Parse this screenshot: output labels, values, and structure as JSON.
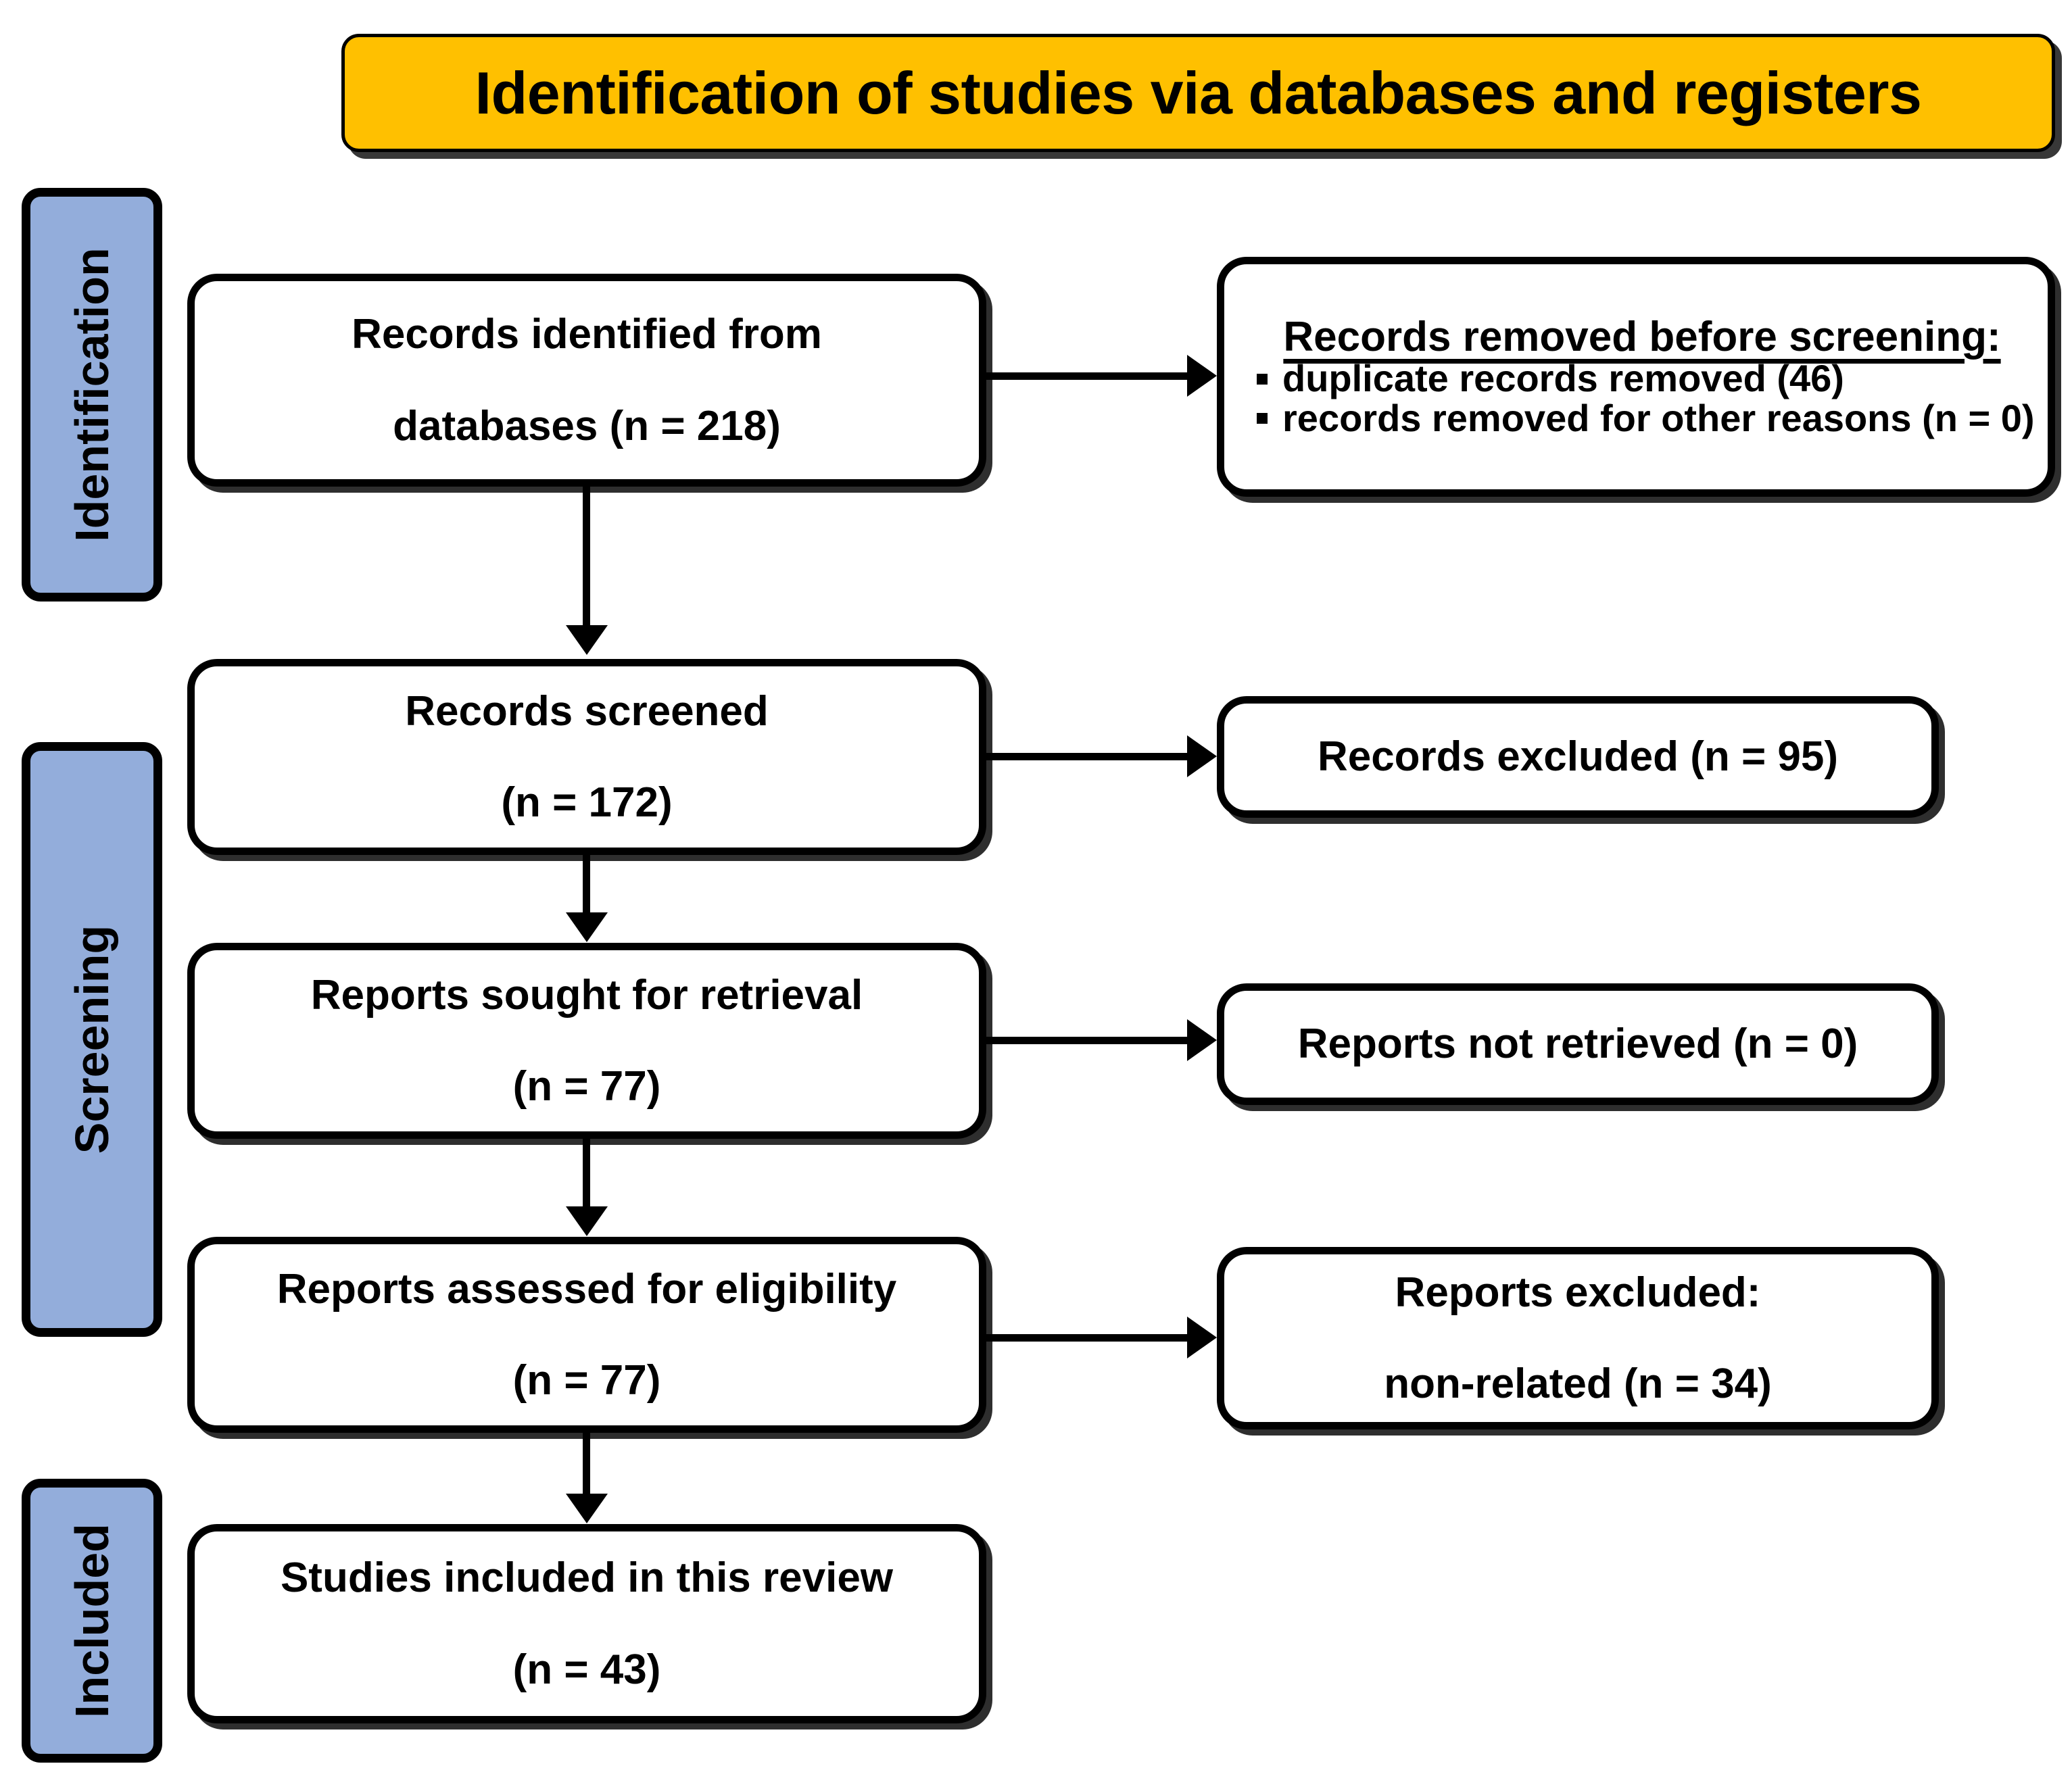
{
  "diagram": {
    "title": "Identification of studies via databases and registers",
    "stages": [
      {
        "id": "identification",
        "label": "Identification"
      },
      {
        "id": "screening",
        "label": "Screening"
      },
      {
        "id": "included",
        "label": "Included"
      }
    ],
    "colors": {
      "banner_fill": "#FFC000",
      "stage_band_fill": "#93ADDB",
      "box_fill": "#FFFFFF",
      "stroke": "#000000"
    },
    "boxes": {
      "identified": {
        "line1": "Records identified from",
        "line2": "databases (n = 218)",
        "n": 218
      },
      "removed": {
        "header": "Records removed before screening:",
        "bullets": [
          "duplicate records removed (46)",
          "records removed for other reasons (n = 0)"
        ],
        "duplicates": 46,
        "other_reasons": 0
      },
      "screened": {
        "line1": "Records screened",
        "line2": "(n = 172)",
        "n": 172
      },
      "records_excluded": {
        "line1": "Records excluded (n = 95)",
        "n": 95
      },
      "sought": {
        "line1": "Reports sought for retrieval",
        "line2": "(n = 77)",
        "n": 77
      },
      "not_retrieved": {
        "line1": "Reports not retrieved (n = 0)",
        "n": 0
      },
      "assessed": {
        "line1": "Reports assessed for eligibility",
        "line2": "(n = 77)",
        "n": 77
      },
      "reports_excluded": {
        "line1": "Reports excluded:",
        "line2": "non-related (n = 34)",
        "n": 34
      },
      "included": {
        "line1": "Studies included in this review",
        "line2": "(n = 43)",
        "n": 43
      }
    }
  }
}
